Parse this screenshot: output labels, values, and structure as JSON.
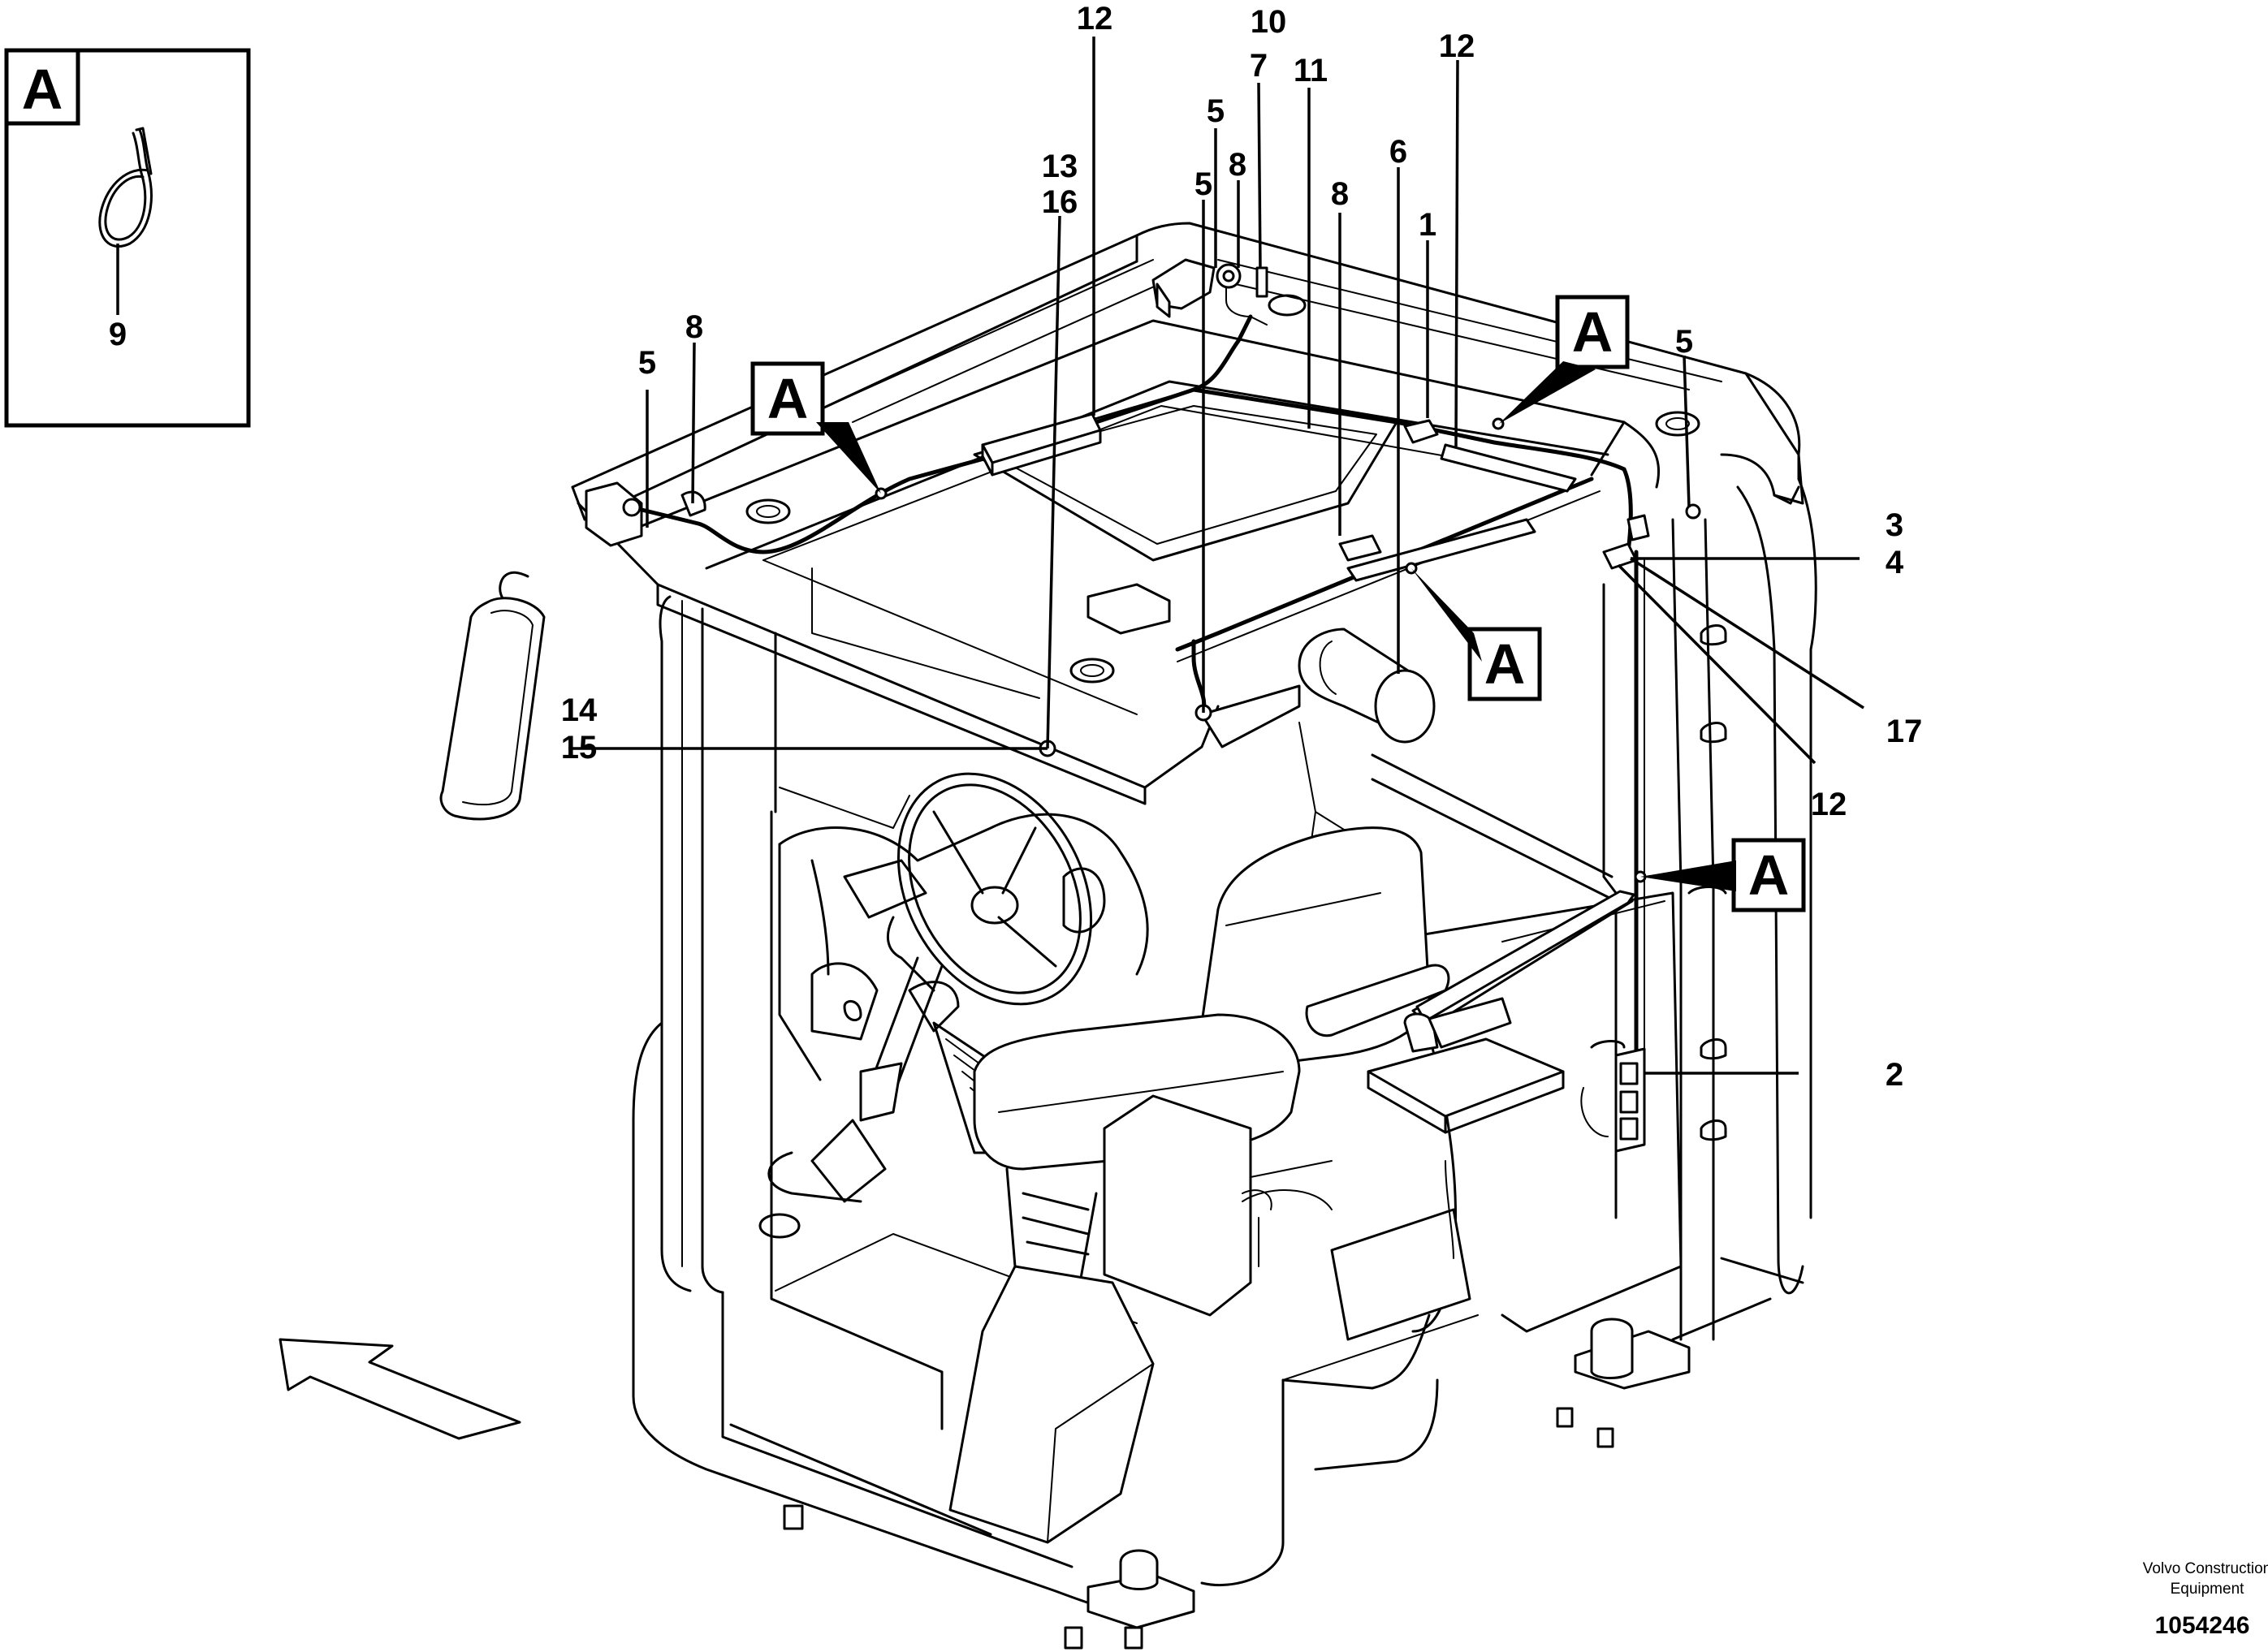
{
  "detail_view": {
    "letter": "A",
    "callout": "9"
  },
  "view_markers": [
    "A",
    "A",
    "A",
    "A"
  ],
  "callouts": {
    "c12_top": "12",
    "c10": "10",
    "c7": "7",
    "c11": "11",
    "c12_right": "12",
    "c5_a": "5",
    "c8_a": "8",
    "c5_b": "5",
    "c13": "13",
    "c16": "16",
    "c8_b": "8",
    "c6": "6",
    "c1": "1",
    "c5_c": "5",
    "c5_left": "5",
    "c8_left": "8",
    "c3": "3",
    "c4": "4",
    "c17": "17",
    "c12_lower": "12",
    "c14": "14",
    "c15": "15",
    "c2": "2"
  },
  "footer": {
    "company_line1": "Volvo Construction",
    "company_line2": "Equipment",
    "reference_number": "1054246"
  }
}
